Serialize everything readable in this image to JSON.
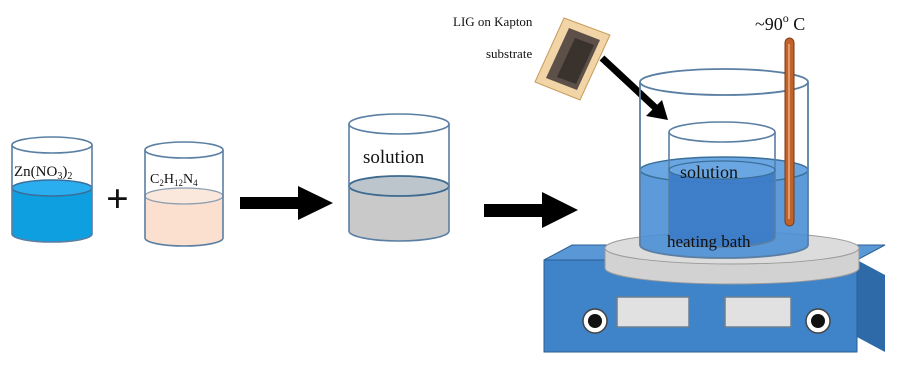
{
  "beaker1": {
    "formula_parts": [
      "Zn(NO",
      "3",
      ")",
      "2"
    ],
    "liquid_color": "#0d9fe0"
  },
  "plus_sign": "+",
  "beaker2": {
    "formula_parts": [
      "C",
      "2",
      "H",
      "12",
      "N",
      "4"
    ],
    "liquid_color": "#fbe0cf"
  },
  "beaker3": {
    "label": "solution",
    "liquid_color": "#c9c9c9"
  },
  "substrate": {
    "label_line1": "LIG on Kapton",
    "label_line2": "substrate"
  },
  "temperature": {
    "prefix": "~90",
    "degree": "o",
    "unit": " C"
  },
  "bath": {
    "inner_label": "solution",
    "bath_label": "heating bath"
  },
  "colors": {
    "outline": "#5a7fa3",
    "arrow": "#000000",
    "hotplate_body": "#3f83c9",
    "hotplate_top": "#d9d9d9",
    "bath_liquid": "#4a8fd6",
    "thermometer": "#c0632a"
  }
}
